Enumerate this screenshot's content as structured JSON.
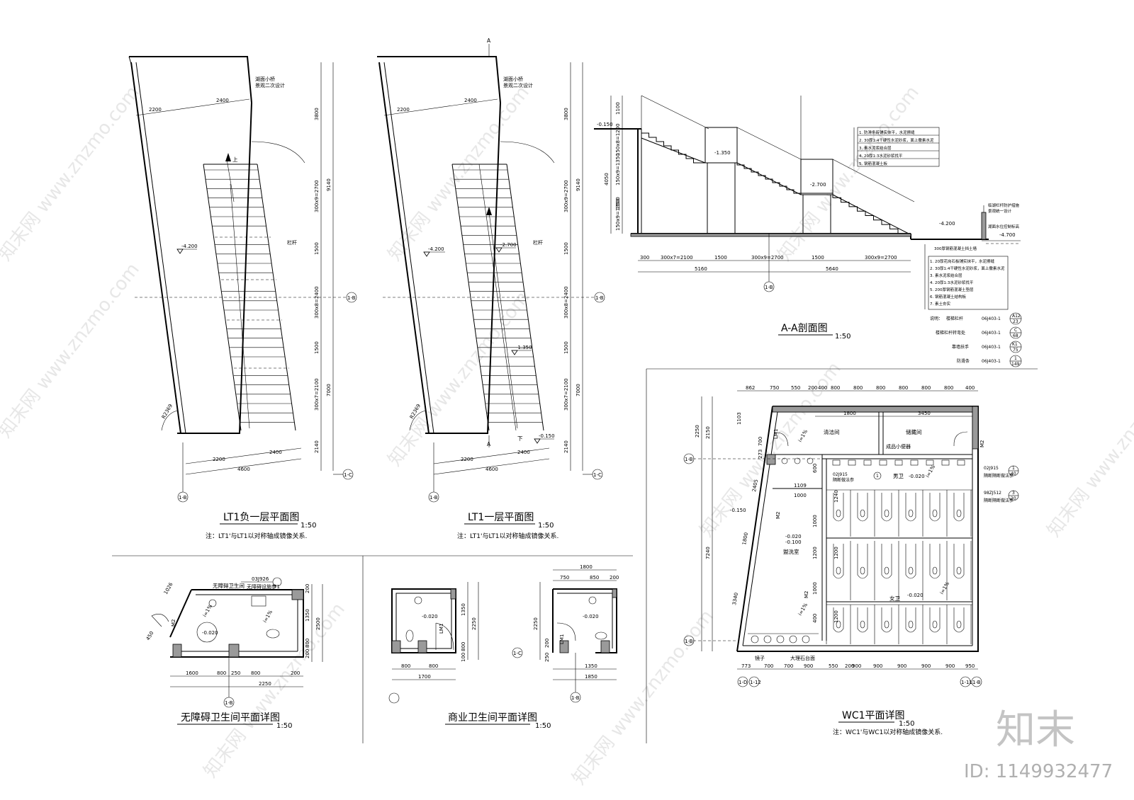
{
  "plans": {
    "lt1_b1": {
      "title": "LT1负一层平面图",
      "scale": "1:50",
      "note": "注：LT1'与LT1以对称轴成镜像关系.",
      "level": "-4.200",
      "up": "上",
      "rail": "栏杆",
      "landscape": "湖面小桥",
      "landscape2": "景观二次设计",
      "radius": "R2369",
      "dims_top": [
        "2200",
        "2400"
      ],
      "dims_bottom": [
        "2200",
        "2400",
        "4600"
      ],
      "dims_right": [
        "3800",
        "9140",
        "300x9=2700",
        "1500",
        "300x8=2400",
        "1500",
        "300x7=2100",
        "7000",
        "2140"
      ]
    },
    "lt1_f1": {
      "title": "LT1一层平面图",
      "scale": "1:50",
      "note": "注：LT1'与LT1以对称轴成镜像关系.",
      "level": "-4.200",
      "level2": "-2.700",
      "level3": "-1.350",
      "level4": "-0.150",
      "down": "下",
      "rail": "栏杆",
      "cut": "A",
      "radius": "R2369",
      "landscape": "湖面小桥",
      "landscape2": "景观二次设计",
      "dims_top": [
        "2200",
        "2400"
      ],
      "dims_bottom": [
        "2200",
        "2400",
        "4600"
      ],
      "dims_right": [
        "3800",
        "9140",
        "300x9=2700",
        "1500",
        "300x8=2400",
        "1500",
        "300x7=2100",
        "7000",
        "2140"
      ]
    },
    "section": {
      "title": "A-A剖面图",
      "scale": "1:50",
      "levels": [
        "-0.150",
        "-1.350",
        "-2.700",
        "-4.200",
        "-4.700"
      ],
      "dims_bottom": [
        "300",
        "300x7=2100",
        "1500",
        "300x9=2700",
        "1500",
        "300x9=2700",
        "5160",
        "5640"
      ],
      "dims_left": [
        "1100",
        "150x8=1200",
        "4050",
        "150x9=1350",
        "1500",
        "150x9=1350"
      ],
      "stair_layers": [
        "1. 防滑条砖铺实抹平，水泥擦缝",
        "2. 30厚1:4干硬性水泥砂浆，面上撒素水泥",
        "3. 素水泥浆结合层",
        "4. 20厚1:3水泥砂浆找平",
        "5. 钢筋混凝土板"
      ],
      "ground_layers": [
        "1. 20厚花岗石板铺实抹平，水泥擦缝",
        "2. 30厚1:4干硬性水泥砂浆，面上撒素水泥",
        "3. 素水泥浆结合层",
        "4. 20厚1:3水泥砂浆找平",
        "5. 200厚钢筋混凝土垫层",
        "6. 钢筋混凝土结构板",
        "7. 素土夯实"
      ],
      "side_notes": [
        "临湖栏杆防护措施",
        "景观统一设计",
        "湖面水位控制标高",
        "300厚钢筋混凝土挡土墙"
      ],
      "refs_title": "说明：",
      "refs": [
        {
          "name": "楼梯栏杆",
          "code": "06J403-1",
          "num": "A12",
          "den": "23"
        },
        {
          "name": "楼梯栏杆转弯处",
          "code": "06J403-1",
          "num": "C",
          "den": "68"
        },
        {
          "name": "靠墙扶手",
          "code": "06J403-1",
          "num": "K1",
          "den": "75"
        },
        {
          "name": "防滑条",
          "code": "06J403-1",
          "num": "1",
          "den": "149"
        }
      ]
    },
    "accessible": {
      "title": "无障碍卫生间平面详图",
      "scale": "1:50",
      "room": "无障碍卫生间",
      "ref": "03J926",
      "ref_note": "无障碍设施参",
      "ref_num": "71",
      "door": "M2",
      "level": "-0.020",
      "slope": "i=1%",
      "dims_bottom": [
        "1600",
        "800",
        "250",
        "800",
        "200",
        "2250"
      ],
      "dims_right": [
        "200",
        "1350",
        "2500",
        "800",
        "200"
      ],
      "dims_left": [
        "1026",
        "450"
      ]
    },
    "commercial": {
      "title": "商业卫生间平面详图",
      "scale": "1:50",
      "level": "-0.020",
      "door": "LM1",
      "dims_a_bottom": [
        "800",
        "800",
        "1700"
      ],
      "dims_a_right": [
        "1350",
        "2250",
        "800",
        "100"
      ],
      "dims_b_top": [
        "1800",
        "750",
        "850",
        "200"
      ],
      "dims_b_bottom": [
        "1350",
        "1850"
      ],
      "dims_b_left": [
        "2250",
        "200",
        "250"
      ]
    },
    "wc1": {
      "title": "WC1平面详图",
      "scale": "1:50",
      "note": "注：WC1'与WC1以对称轴成镜像关系.",
      "rooms": [
        "清洁间",
        "储藏间",
        "男卫",
        "盥洗室",
        "女卫"
      ],
      "levels": [
        "-0.150",
        "-0.020",
        "-0.020",
        "-0.020",
        "-0.100"
      ],
      "labels": [
        "成品小便器",
        "镜子",
        "大理石台面",
        "M2",
        "M2",
        "M2",
        "LM1",
        "i=1%"
      ],
      "refs": [
        {
          "code": "02J915",
          "num": "1",
          "den": "",
          "note": "隔断做法参"
        },
        {
          "code": "02J915",
          "num": "1",
          "den": "40",
          "note": "隔断隔断做法参"
        },
        {
          "code": "98ZJ512",
          "num": "3",
          "den": "20",
          "note": "隔断隔断做法参"
        }
      ],
      "dims_top": [
        "862",
        "750",
        "550",
        "200",
        "400",
        "800",
        "800",
        "800",
        "800",
        "800",
        "800",
        "400"
      ],
      "dims_top2": [
        "1800",
        "3450"
      ],
      "dims_bottom": [
        "773",
        "700",
        "700",
        "900",
        "550",
        "200",
        "900",
        "900",
        "900",
        "900",
        "900",
        "950"
      ],
      "dims_left": [
        "2250",
        "7240",
        "1103",
        "2150",
        "700",
        "273",
        "2405",
        "1800",
        "3340"
      ],
      "dims_inner": [
        "600",
        "1109",
        "1000",
        "1240",
        "1000",
        "1200",
        "1200",
        "1000",
        "1200",
        "400"
      ]
    }
  },
  "axis_labels": [
    "1-B",
    "1-C",
    "1-B",
    "1-C",
    "1-B",
    "1-B",
    "1-C",
    "1-B",
    "1-B",
    "1-D",
    "1-12",
    "1-11",
    "1-B"
  ],
  "watermarks": [
    "知末网 www.znzmo.com",
    "知末网 www.znzmo.com",
    "知末网 www.znzmo.com",
    "知末网 www.znzmo.com",
    "知末网 www.znzmo.com",
    "知末网 www.znzmo.com",
    "知末网 www.znzmo.com",
    "知末网 www.znzmo.com"
  ],
  "brand": {
    "logo": "知末",
    "id": "ID: 1149932477"
  }
}
